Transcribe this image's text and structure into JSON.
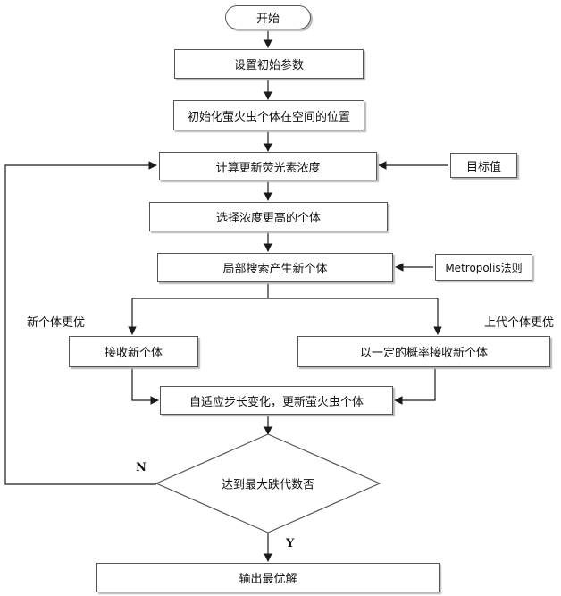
{
  "flowchart": {
    "start": "开始",
    "set_params": "设置初始参数",
    "init_position": "初始化萤火虫个体在空间的位置",
    "compute_luciferin": "计算更新荧光素浓度",
    "target_value": "目标值",
    "select_higher": "选择浓度更高的个体",
    "local_search": "局部搜索产生新个体",
    "metropolis_rule": "Metropolis法则",
    "new_better_label": "新个体更优",
    "prev_better_label": "上代个体更优",
    "accept_new": "接收新个体",
    "accept_prob": "以一定的概率接收新个体",
    "adaptive_step": "自适应步长变化，更新萤火虫个体",
    "max_iter_decision": "达到最大跌代数否",
    "no_label": "N",
    "yes_label": "Y",
    "output_best": "输出最优解"
  },
  "colors": {
    "line": "#1a1a1a",
    "border": "#555555",
    "shadow": "#b8b8b8"
  }
}
